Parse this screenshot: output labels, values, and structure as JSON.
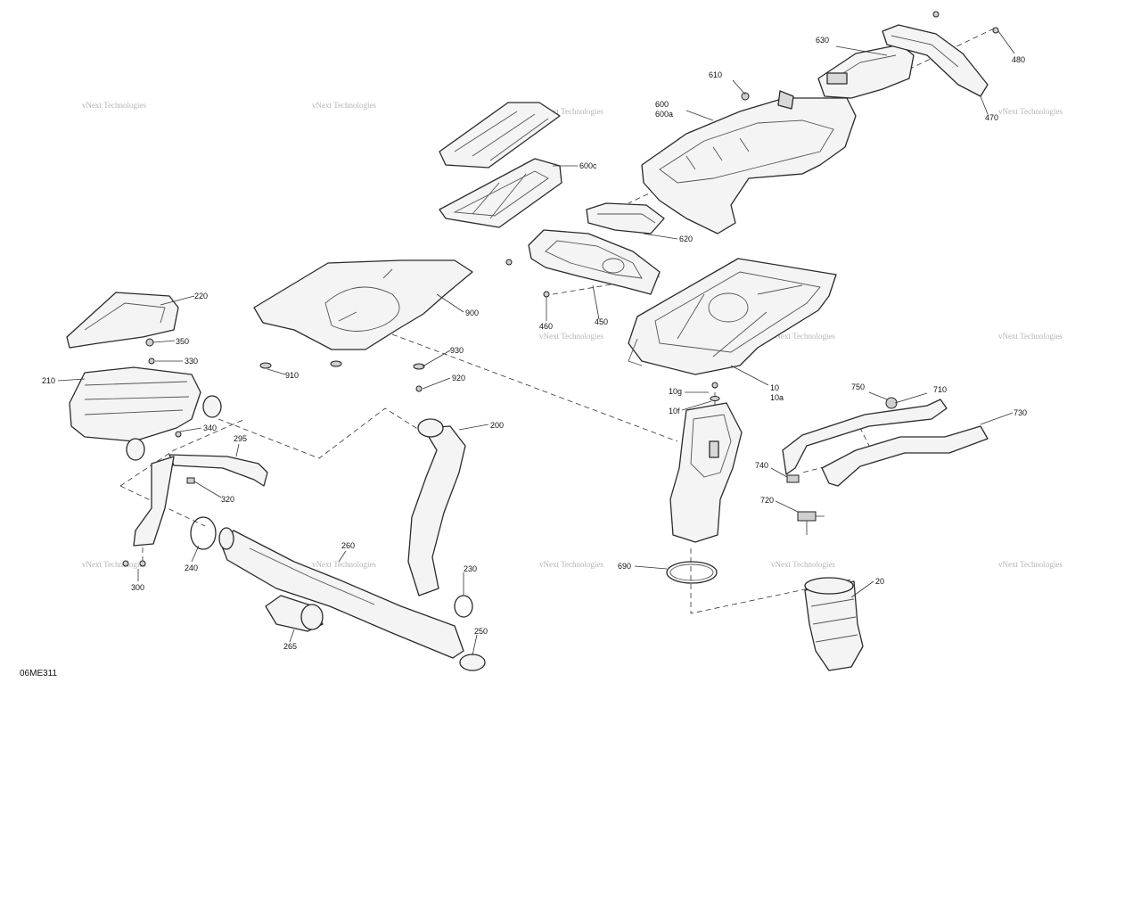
{
  "figure_code": "06ME311",
  "watermark_text": "vNext Technologies",
  "callouts": [
    "10",
    "10a",
    "10f",
    "10g",
    "20",
    "200",
    "210",
    "220",
    "230",
    "240",
    "250",
    "260",
    "265",
    "295",
    "300",
    "320",
    "330",
    "340",
    "350",
    "450",
    "460",
    "470",
    "480",
    "600",
    "600a",
    "600c",
    "610",
    "620",
    "630",
    "690",
    "710",
    "720",
    "730",
    "740",
    "750",
    "900",
    "910",
    "920",
    "930"
  ]
}
